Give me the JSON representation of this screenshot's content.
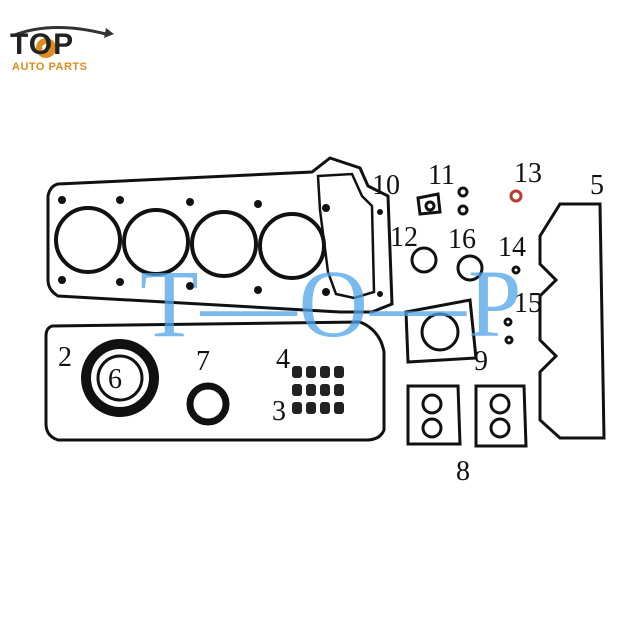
{
  "brand": {
    "name": "TOP",
    "tagline": "AUTO PARTS",
    "accent": "#e08a1e"
  },
  "watermark": "T—O—P",
  "part_numbers": {
    "n1": "2",
    "n2": "6",
    "n3": "7",
    "n4": "4",
    "n5": "3",
    "n6": "10",
    "n7": "11",
    "n8": "13",
    "n9": "5",
    "n10": "12",
    "n11": "16",
    "n12": "14",
    "n13": "15",
    "n14": "9",
    "n15": "8"
  }
}
